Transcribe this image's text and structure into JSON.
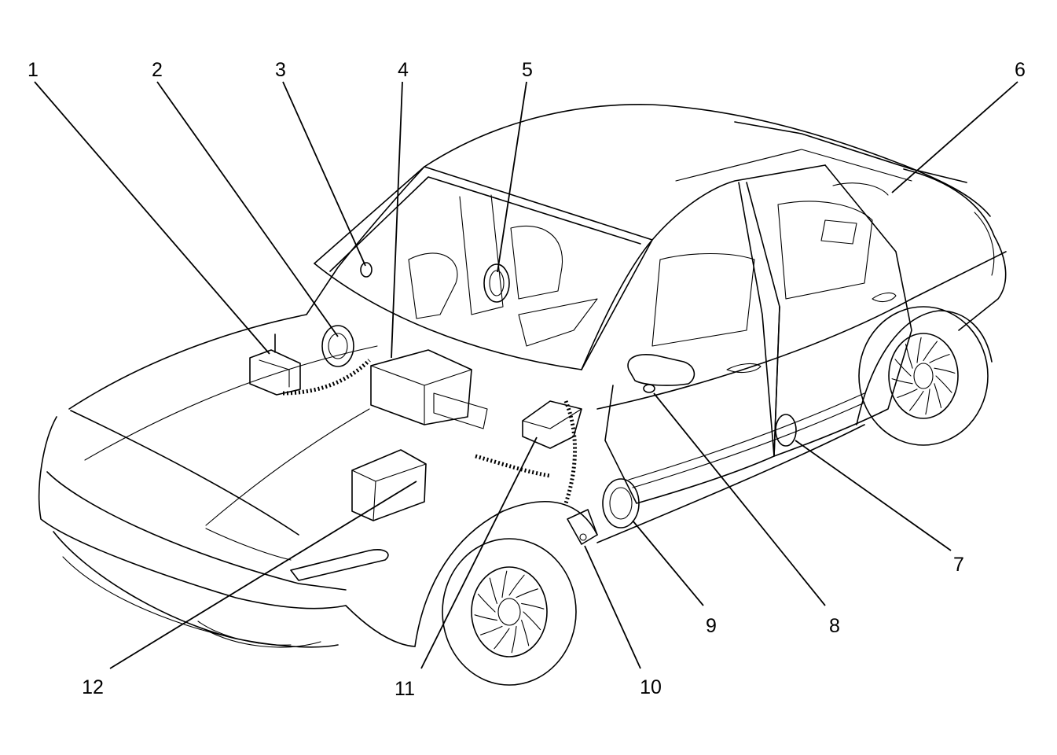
{
  "callouts": [
    {
      "id": 1,
      "label": "1"
    },
    {
      "id": 2,
      "label": "2"
    },
    {
      "id": 3,
      "label": "3"
    },
    {
      "id": 4,
      "label": "4"
    },
    {
      "id": 5,
      "label": "5"
    },
    {
      "id": 6,
      "label": "6"
    },
    {
      "id": 7,
      "label": "7"
    },
    {
      "id": 8,
      "label": "8"
    },
    {
      "id": 9,
      "label": "9"
    },
    {
      "id": 10,
      "label": "10"
    },
    {
      "id": 11,
      "label": "11"
    },
    {
      "id": 12,
      "label": "12"
    }
  ],
  "colors": {
    "line": "#000000",
    "background": "#ffffff"
  }
}
